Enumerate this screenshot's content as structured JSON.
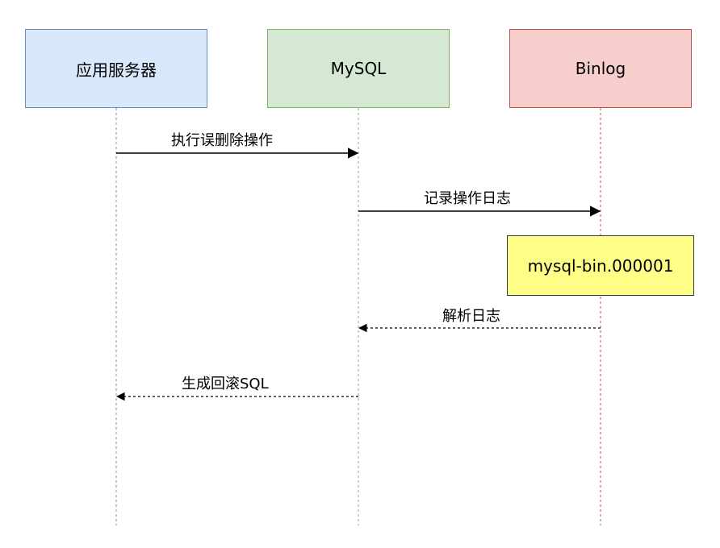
{
  "actors": [
    {
      "id": "app",
      "label": "应用服务器",
      "fill": "#dae8fc",
      "stroke": "#6c8ebf"
    },
    {
      "id": "mysql",
      "label": "MySQL",
      "fill": "#d5e8d4",
      "stroke": "#82b366"
    },
    {
      "id": "binlog",
      "label": "Binlog",
      "fill": "#f8cecc",
      "stroke": "#b85450"
    }
  ],
  "messages": [
    {
      "label": "执行误删除操作",
      "from": "app",
      "to": "mysql",
      "style": "solid"
    },
    {
      "label": "记录操作日志",
      "from": "mysql",
      "to": "binlog",
      "style": "solid"
    },
    {
      "label": "解析日志",
      "from": "binlog",
      "to": "mysql",
      "style": "dashed"
    },
    {
      "label": "生成回滚SQL",
      "from": "mysql",
      "to": "app",
      "style": "dashed"
    }
  ],
  "note": {
    "label": "mysql-bin.000001",
    "fill": "#ffff88",
    "stroke": "#36393d"
  }
}
